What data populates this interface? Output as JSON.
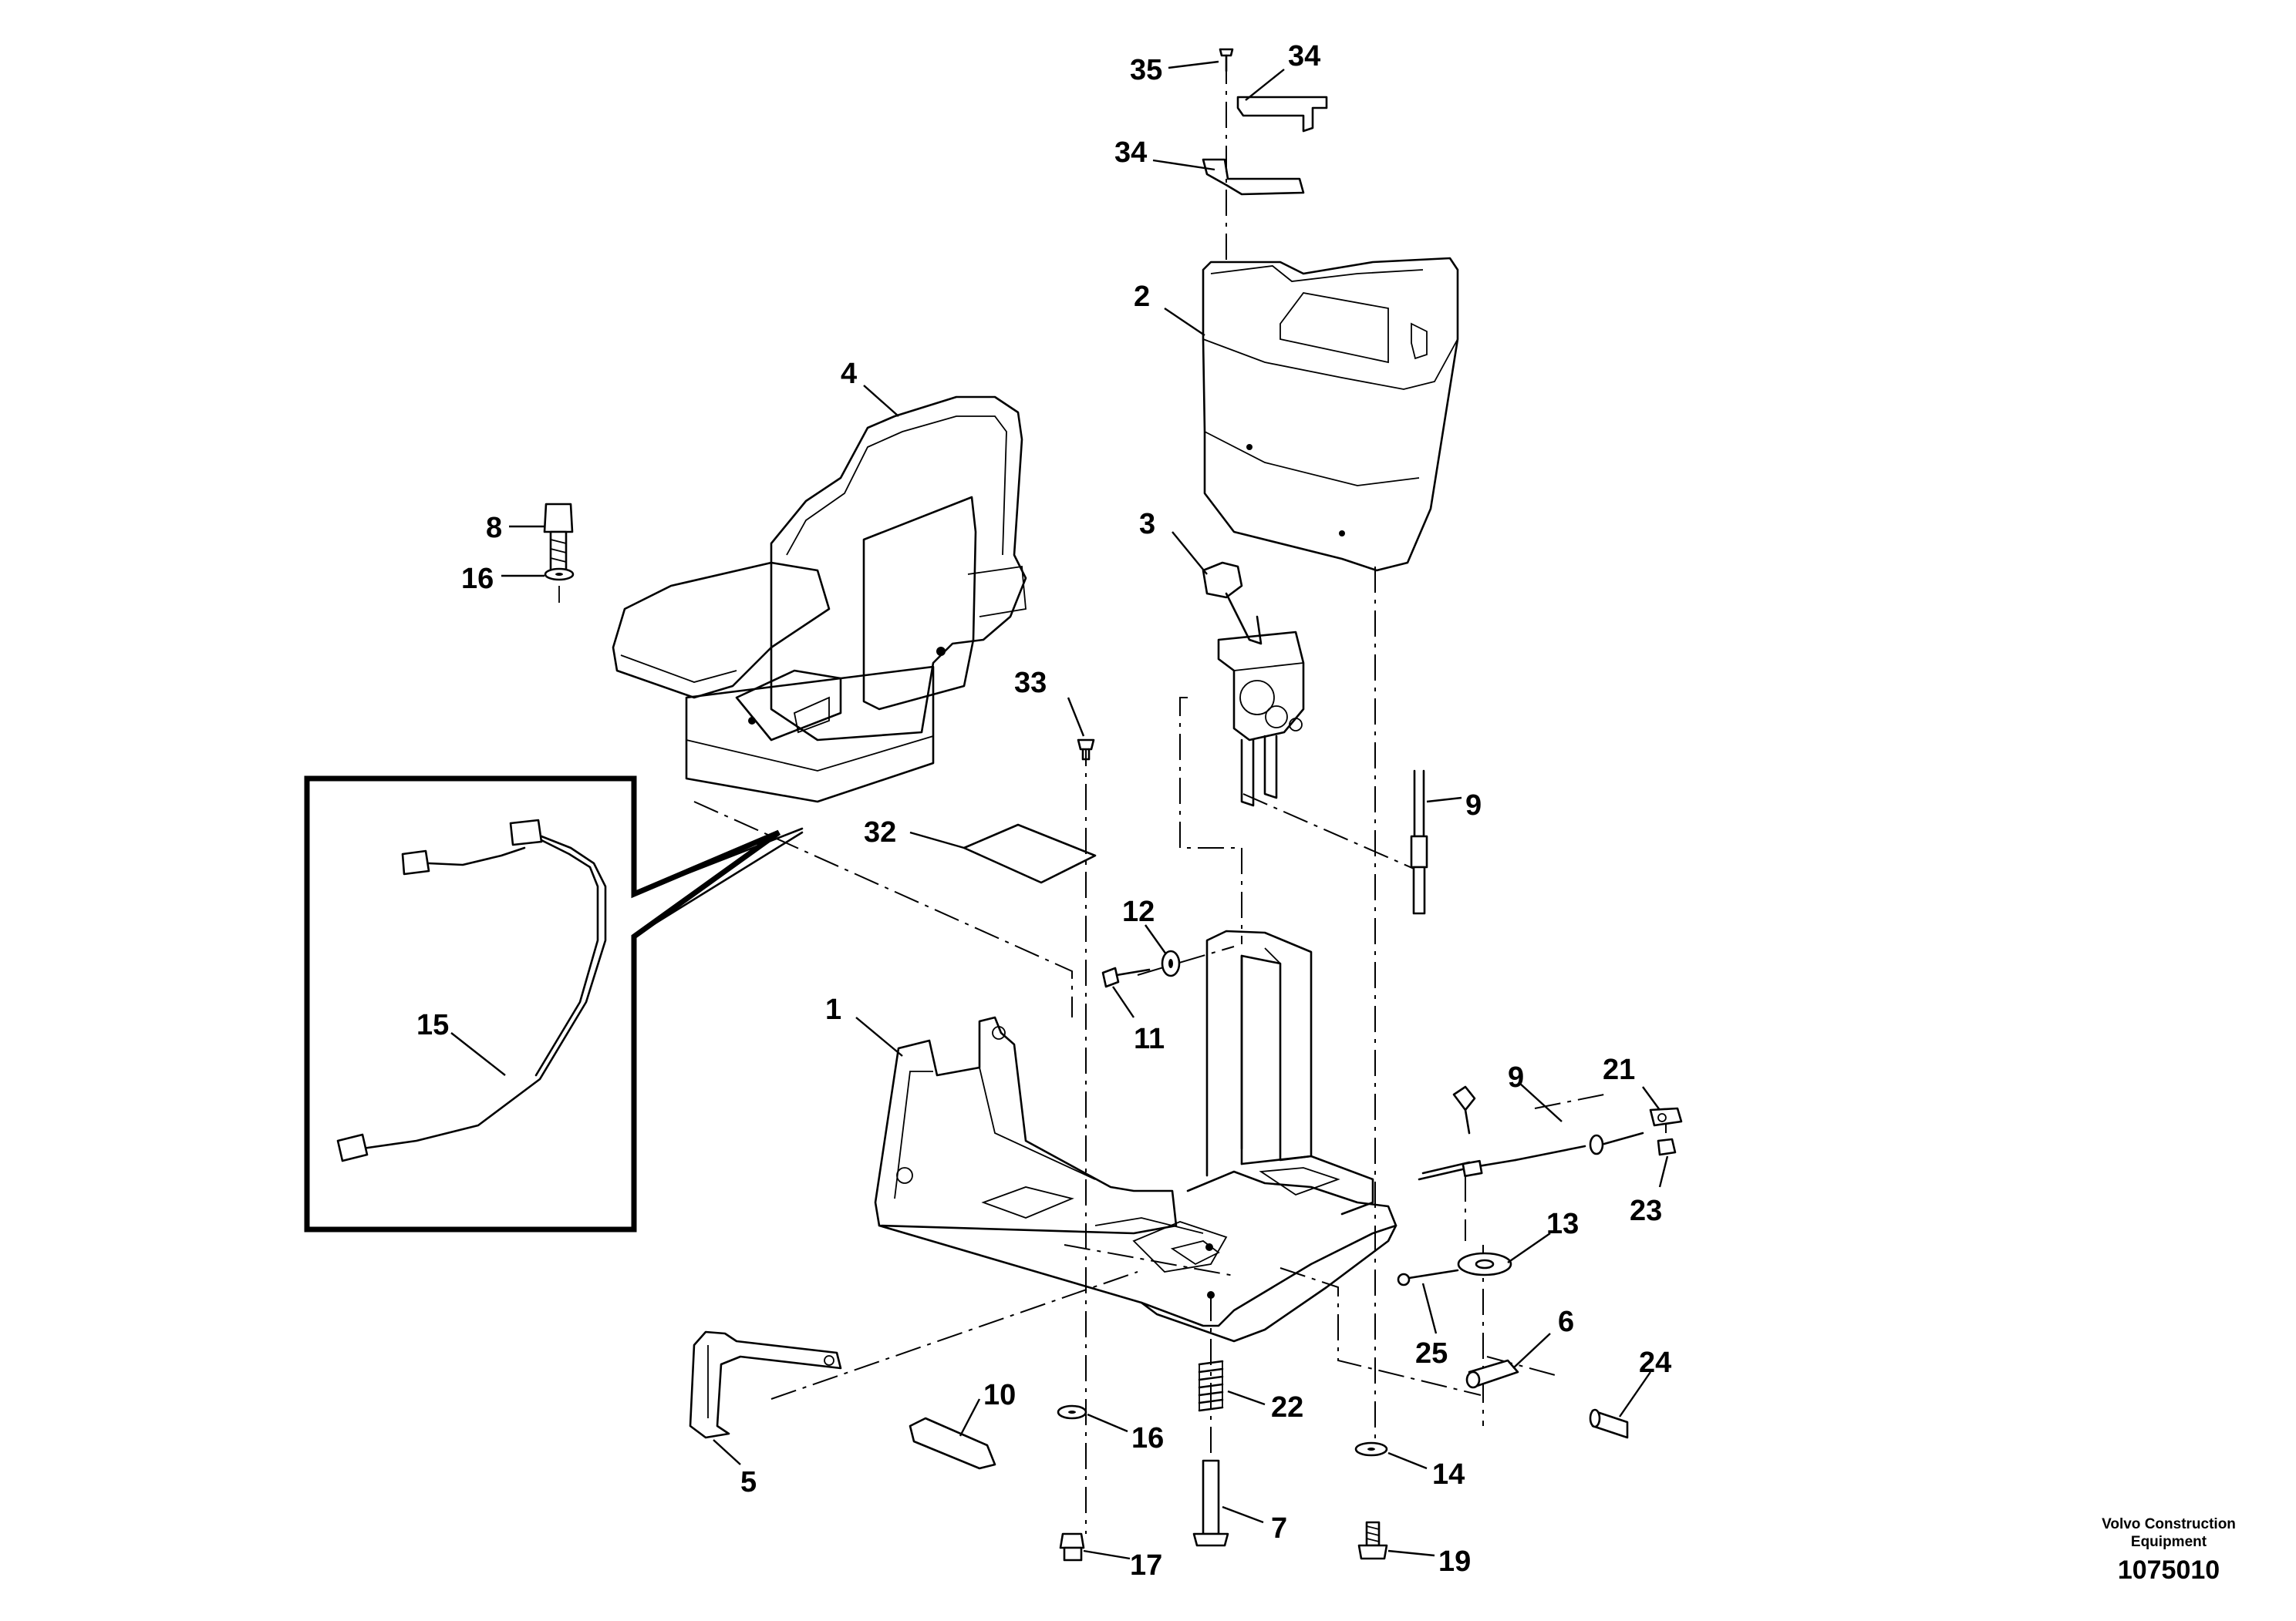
{
  "footer": {
    "brand_line1": "Volvo Construction",
    "brand_line2": "Equipment",
    "drawing_number": "1075010"
  },
  "callouts": {
    "n35": "35",
    "n34a": "34",
    "n34b": "34",
    "n2": "2",
    "n4": "4",
    "n8": "8",
    "n16a": "16",
    "n3": "3",
    "n33": "33",
    "n9a": "9",
    "n32": "32",
    "n12": "12",
    "n11": "11",
    "n15": "15",
    "n1": "1",
    "n9b": "9",
    "n21": "21",
    "n23": "23",
    "n13": "13",
    "n25": "25",
    "n6": "6",
    "n24": "24",
    "n22": "22",
    "n10": "10",
    "n16b": "16",
    "n5": "5",
    "n14": "14",
    "n7": "7",
    "n17": "17",
    "n19": "19"
  }
}
